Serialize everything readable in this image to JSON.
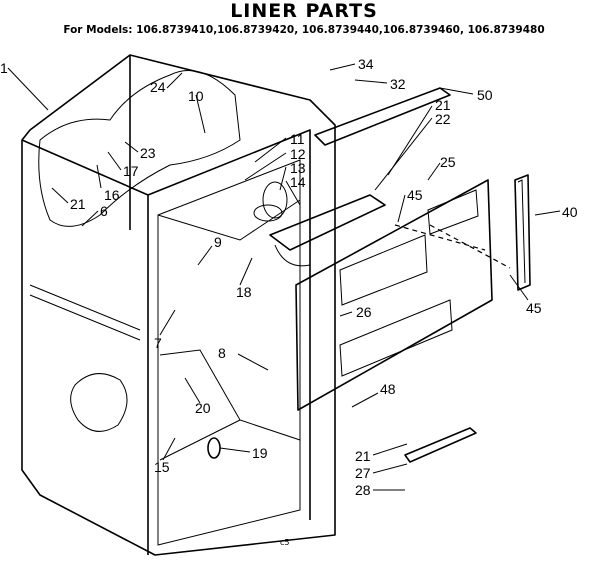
{
  "title": "LINER PARTS",
  "models": "For Models: 106.8739410,106.8739420, 106.8739440,106.8739460, 106.8739480",
  "footer": "c5",
  "callouts": [
    "1",
    "24",
    "10",
    "23",
    "17",
    "16",
    "21",
    "6",
    "11",
    "12",
    "13",
    "14",
    "34",
    "32",
    "50",
    "21",
    "22",
    "25",
    "45",
    "40",
    "45",
    "9",
    "18",
    "26",
    "7",
    "8",
    "20",
    "15",
    "19",
    "48",
    "21",
    "27",
    "28"
  ]
}
